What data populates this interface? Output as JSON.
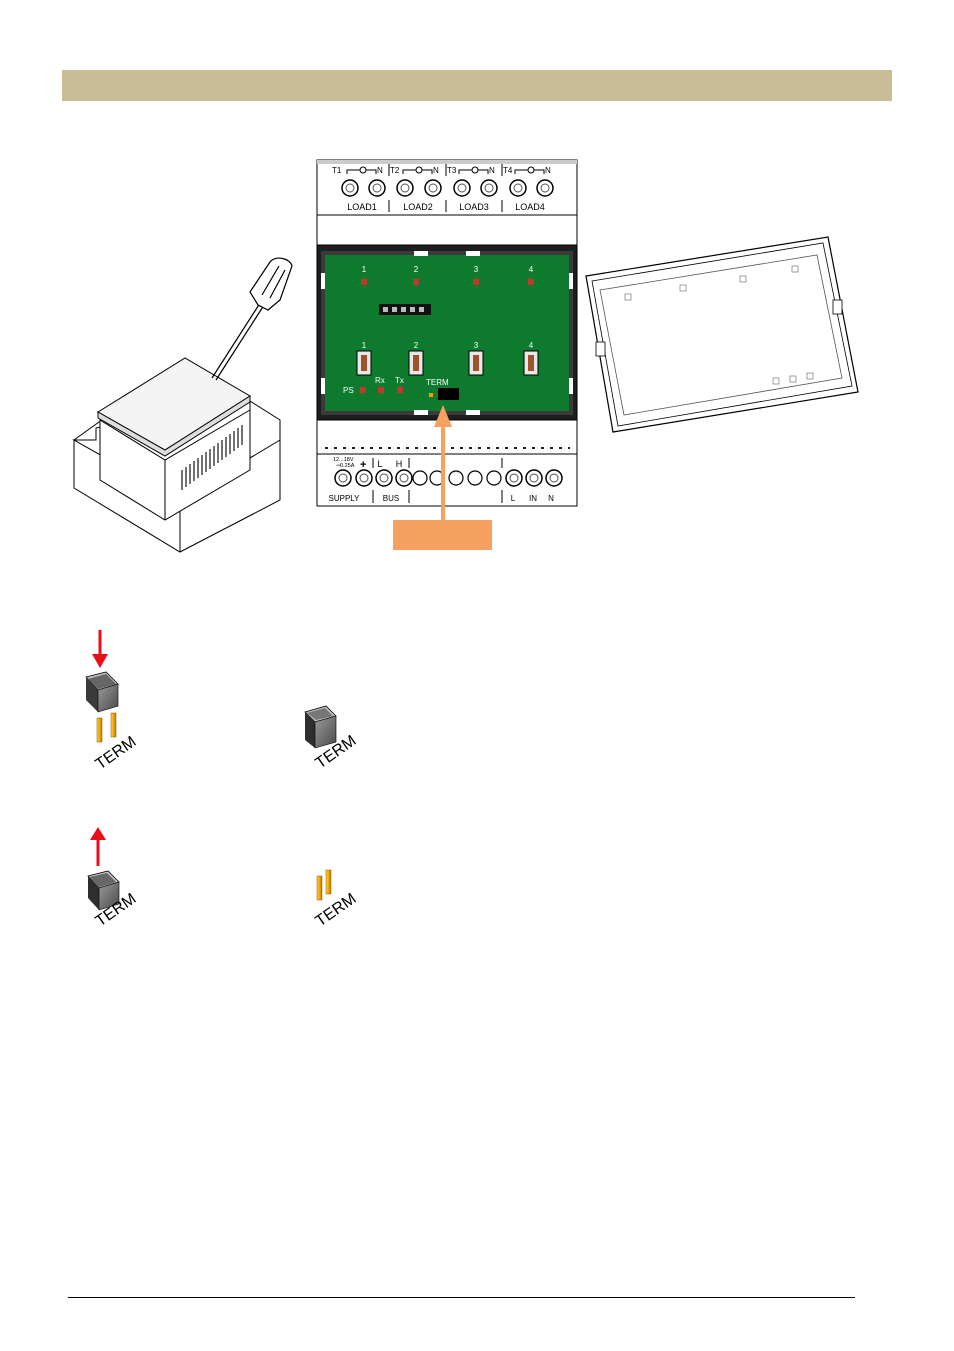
{
  "device": {
    "top_terminals": [
      "T1",
      "N",
      "T2",
      "N",
      "T3",
      "N",
      "T4",
      "N"
    ],
    "load_labels": [
      "LOAD1",
      "LOAD2",
      "LOAD3",
      "LOAD4"
    ],
    "led_numbers": [
      "1",
      "2",
      "3",
      "4"
    ],
    "button_numbers": [
      "1",
      "2",
      "3",
      "4"
    ],
    "status_leds": [
      "PS",
      "Rx",
      "Tx"
    ],
    "term_label": "TERM",
    "supply_spec": [
      "12...18V",
      "0.25A"
    ],
    "bus_terminals": [
      "L",
      "H"
    ],
    "bottom_labels": [
      "SUPPLY",
      "BUS",
      "L",
      "IN",
      "N"
    ]
  },
  "jumper_states": {
    "term_label": "TERM"
  },
  "colors": {
    "header_bar": "#c8bd96",
    "pcb_green": "#0d7a2e",
    "led_red": "#c0392b",
    "callout_orange": "#f6a15f",
    "arrow_red": "#e8101a",
    "pin_yellow": "#f0a800"
  }
}
